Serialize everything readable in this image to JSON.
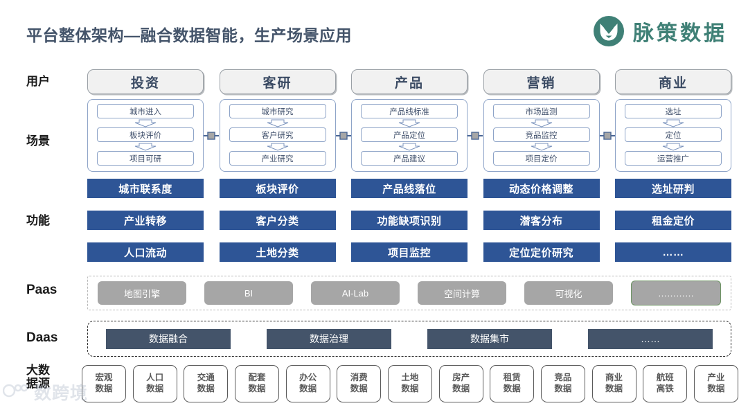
{
  "header": {
    "title": "平台整体架构—融合数据智能，生产场景应用",
    "logo_text": "脉策数据",
    "logo_icon": "fox-head-circle-logo",
    "brand_color": "#3f8076"
  },
  "row_labels": {
    "user": "用户",
    "scene": "场景",
    "function": "功能",
    "paas": "Paas",
    "daas": "Daas",
    "source": "大数\n据源"
  },
  "columns": [
    {
      "user": "投资",
      "scenes": [
        "城市进入",
        "板块评价",
        "项目可研"
      ],
      "functions": [
        "城市联系度",
        "产业转移",
        "人口流动"
      ]
    },
    {
      "user": "客研",
      "scenes": [
        "城市研究",
        "客户研究",
        "产业研究"
      ],
      "functions": [
        "板块评价",
        "客户分类",
        "土地分类"
      ]
    },
    {
      "user": "产品",
      "scenes": [
        "产品线标准",
        "产品定位",
        "产品建议"
      ],
      "functions": [
        "产品线落位",
        "功能缺项识别",
        "项目监控"
      ]
    },
    {
      "user": "营销",
      "scenes": [
        "市场监测",
        "竞品监控",
        "项目定价"
      ],
      "functions": [
        "动态价格调整",
        "潜客分布",
        "定位定价研究"
      ]
    },
    {
      "user": "商业",
      "scenes": [
        "选址",
        "定位",
        "运营推广"
      ],
      "functions": [
        "选址研判",
        "租金定价",
        "……"
      ]
    }
  ],
  "paas": {
    "items": [
      "地图引擎",
      "BI",
      "AI-Lab",
      "空间计算",
      "可视化",
      "…………"
    ],
    "highlight_index": 5,
    "box_color": "#a6a6a6",
    "highlight_border": "#6e9464"
  },
  "daas": {
    "items": [
      "数据融合",
      "数据治理",
      "数据集市",
      "……"
    ],
    "box_color": "#44546a"
  },
  "data_sources": [
    {
      "line1": "宏观",
      "line2": "数据"
    },
    {
      "line1": "人口",
      "line2": "数据"
    },
    {
      "line1": "交通",
      "line2": "数据"
    },
    {
      "line1": "配套",
      "line2": "数据"
    },
    {
      "line1": "办公",
      "line2": "数据"
    },
    {
      "line1": "消费",
      "line2": "数据"
    },
    {
      "line1": "土地",
      "line2": "数据"
    },
    {
      "line1": "房产",
      "line2": "数据"
    },
    {
      "line1": "租赁",
      "line2": "数据"
    },
    {
      "line1": "竞品",
      "line2": "数据"
    },
    {
      "line1": "商业",
      "line2": "数据"
    },
    {
      "line1": "航班",
      "line2": "高铁"
    },
    {
      "line1": "产业",
      "line2": "数据"
    }
  ],
  "watermark": {
    "text": "数跨境",
    "icon": "watermark-logo"
  },
  "colors": {
    "function_blue": "#2e5596",
    "daas_slate": "#44546a",
    "scene_border": "#8ea4c8",
    "user_box_bg": "#f1f1f1"
  }
}
